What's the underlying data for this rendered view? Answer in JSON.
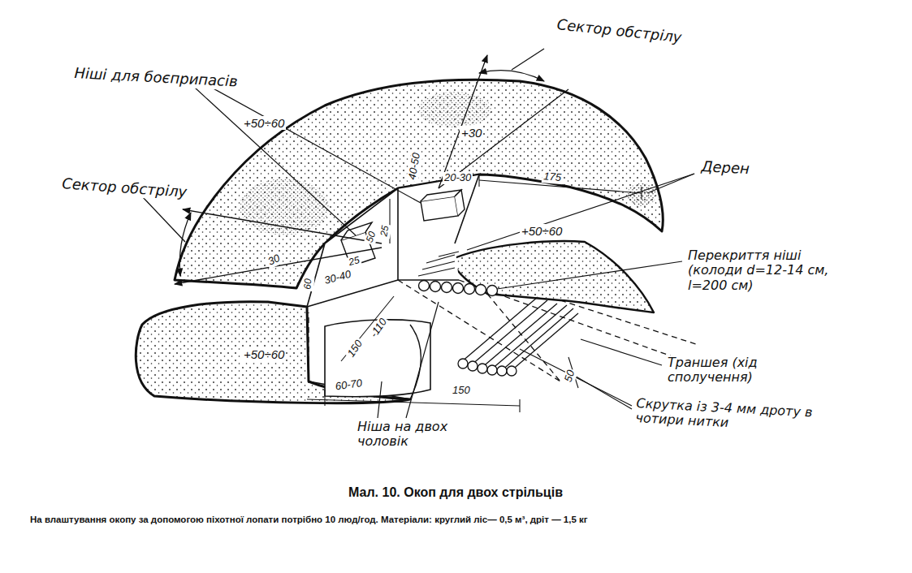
{
  "diagram": {
    "caption": "Мал. 10. Окоп для двох стрільців",
    "labels": [
      "Сектор обстрілу",
      "Ніші для боєприпасів",
      "+50÷60",
      "+30",
      "40-50",
      "20-30",
      "175",
      "Дерен",
      "Сектор обстрілу",
      "25",
      "+50÷60",
      "Перекриття ніші (колоди d=12-14 см, l=200 см)",
      "30",
      "60",
      "30-40",
      "25",
      "50",
      "150",
      "-110",
      "+50÷60",
      "Траншея (хід сполучення)",
      "60-70",
      "150",
      "50",
      "Скрутка із 3-4 мм дроту в чотири нитки",
      "Ніша на двох чоловік",
      "На влаштування окопу за допомогою піхотної лопати потрібно 10 люд/год. Матеріали: круглий ліс— 0,5 м³, дріт — 1,5 кг"
    ]
  }
}
